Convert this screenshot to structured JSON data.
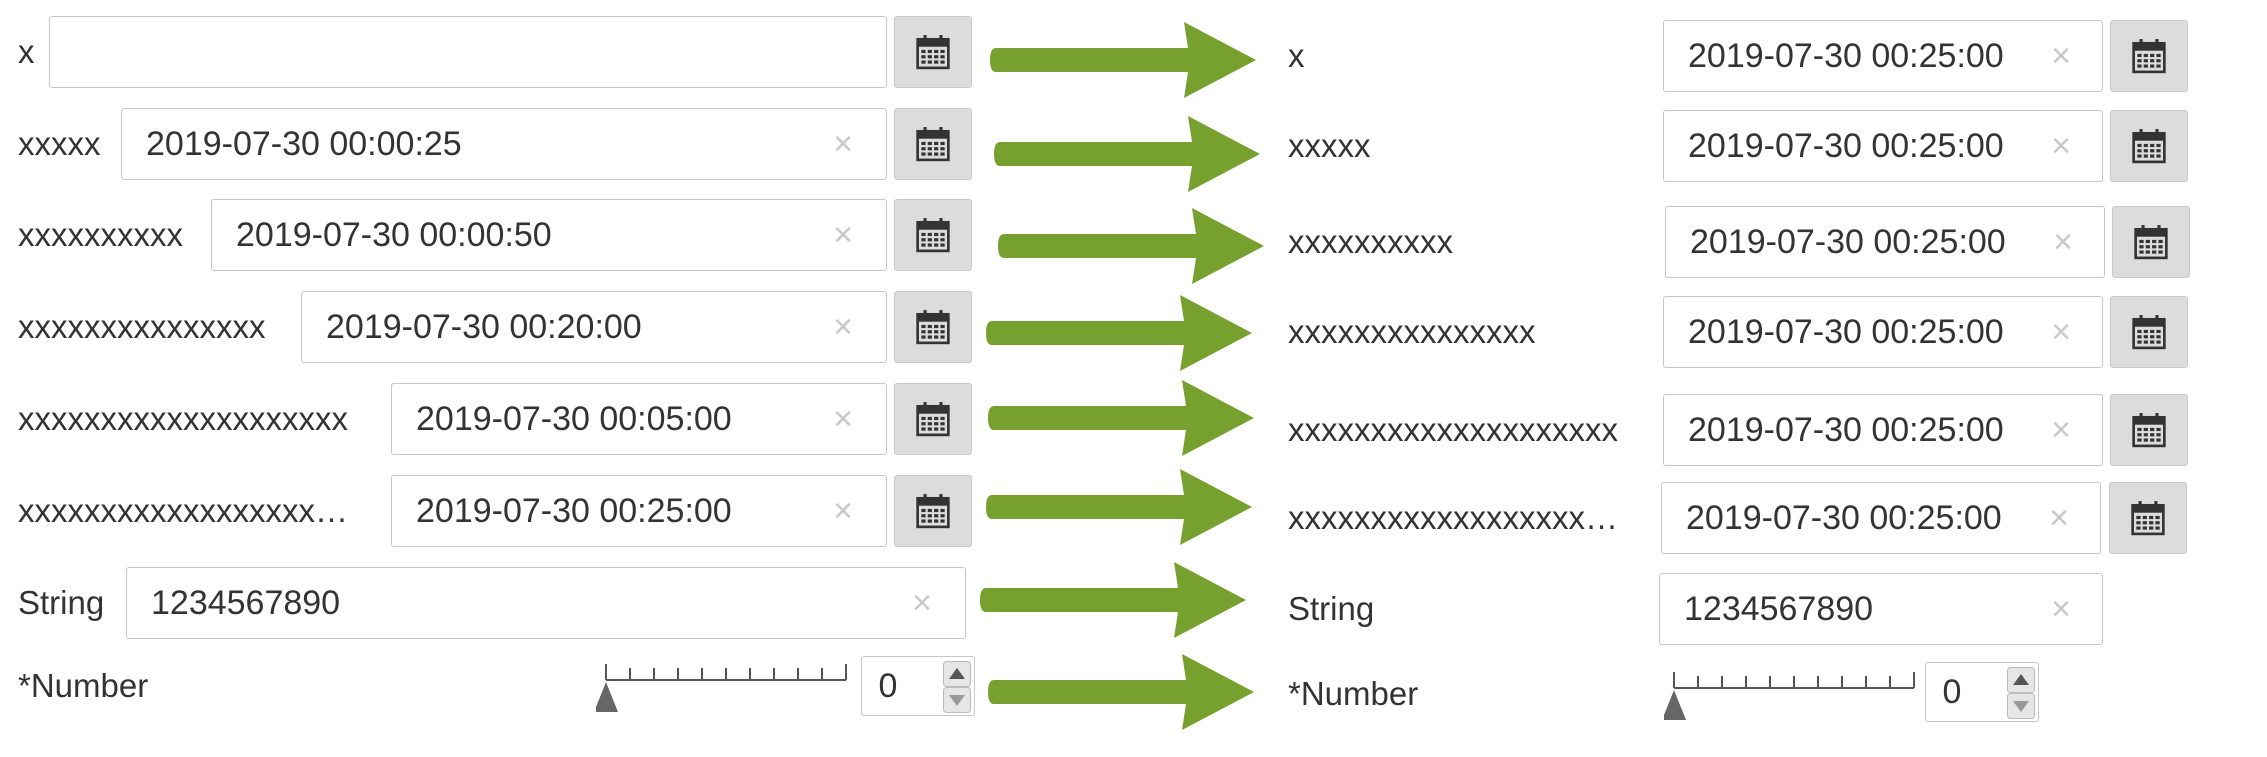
{
  "left": {
    "rows": [
      {
        "label": "x",
        "value": "",
        "clear": ""
      },
      {
        "label": "xxxxx",
        "value": "2019-07-30 00:00:25",
        "clear": "×"
      },
      {
        "label": "xxxxxxxxxx",
        "value": "2019-07-30 00:00:50",
        "clear": "×"
      },
      {
        "label": "xxxxxxxxxxxxxxx",
        "value": "2019-07-30 00:20:00",
        "clear": "×"
      },
      {
        "label": "xxxxxxxxxxxxxxxxxxxx",
        "value": "2019-07-30 00:05:00",
        "clear": "×"
      },
      {
        "label": "xxxxxxxxxxxxxxxxxx…",
        "value": "2019-07-30 00:25:00",
        "clear": "×"
      }
    ],
    "string_field": {
      "label": "String",
      "value": "1234567890",
      "clear": "×"
    },
    "number_field": {
      "label": "*Number",
      "value": "0"
    }
  },
  "right": {
    "rows": [
      {
        "label": "x",
        "value": "2019-07-30 00:25:00",
        "clear": "×"
      },
      {
        "label": "xxxxx",
        "value": "2019-07-30 00:25:00",
        "clear": "×"
      },
      {
        "label": "xxxxxxxxxx",
        "value": "2019-07-30 00:25:00",
        "clear": "×"
      },
      {
        "label": "xxxxxxxxxxxxxxx",
        "value": "2019-07-30 00:25:00",
        "clear": "×"
      },
      {
        "label": "xxxxxxxxxxxxxxxxxxxx",
        "value": "2019-07-30 00:25:00",
        "clear": "×"
      },
      {
        "label": "xxxxxxxxxxxxxxxxxx…",
        "value": "2019-07-30 00:25:00",
        "clear": "×"
      }
    ],
    "string_field": {
      "label": "String",
      "value": "1234567890",
      "clear": "×"
    },
    "number_field": {
      "label": "*Number",
      "value": "0"
    }
  },
  "icons": {
    "calendar": "calendar-icon",
    "arrow": "right-arrow-icon",
    "spin": "spinner-arrows-icon"
  },
  "colors": {
    "arrow_green": "#77a12f",
    "button_gray": "#dcdcdc",
    "border": "#c7c7c7"
  }
}
